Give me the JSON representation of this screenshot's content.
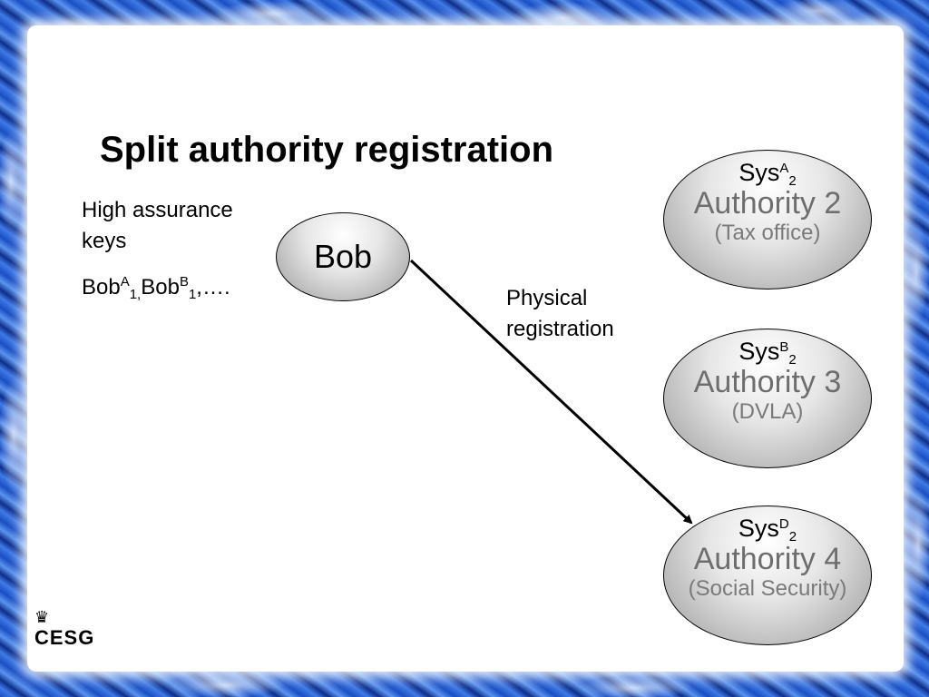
{
  "title": "Split authority registration",
  "left_text": {
    "line1": "High assurance",
    "line2": "keys",
    "keys_formula": {
      "bob_a": "Bob",
      "sup_a": "A",
      "sub_a": "1,",
      "bob_b": "Bob",
      "sup_b": "B",
      "sub_b": "1",
      "tail": ",…."
    }
  },
  "bob_node": {
    "label": "Bob"
  },
  "edge_label": {
    "line1": "Physical",
    "line2": "registration"
  },
  "authorities": [
    {
      "sys": "Sys",
      "sup": "A",
      "sub": "2",
      "name": "Authority 2",
      "desc": "(Tax office)"
    },
    {
      "sys": "Sys",
      "sup": "B",
      "sub": "2",
      "name": "Authority 3",
      "desc": "(DVLA)"
    },
    {
      "sys": "Sys",
      "sup": "D",
      "sub": "2",
      "name": "Authority 4",
      "desc": "(Social Security)"
    }
  ],
  "logo": {
    "text": "CESG",
    "icon": "crown-icon"
  }
}
